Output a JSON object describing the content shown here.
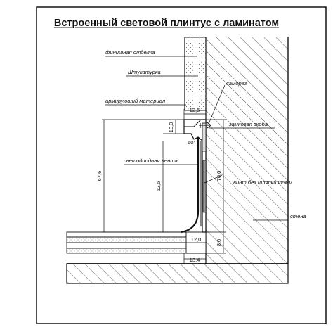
{
  "title": "Встроенный световой плинтус с ламинатом",
  "labels": {
    "finish": "финишная отделка",
    "plaster": "Штукатурка",
    "mesh": "армирующий материал",
    "screw": "саморез",
    "lock": "замковая скоба",
    "led": "светодиодная лента",
    "bolt": "винт без шляпки Ø5мм",
    "wall": "стена"
  },
  "dimensions": {
    "top_width": "12,5",
    "lip_height": "10,0",
    "angle": "60°",
    "total_height": "67,6",
    "inner_height": "52,6",
    "right_height": "70,0",
    "floor_width": "12,0",
    "floor_gap": "8,0",
    "base_width": "13,4"
  },
  "colors": {
    "ink": "#111111",
    "frame": "#222222"
  }
}
